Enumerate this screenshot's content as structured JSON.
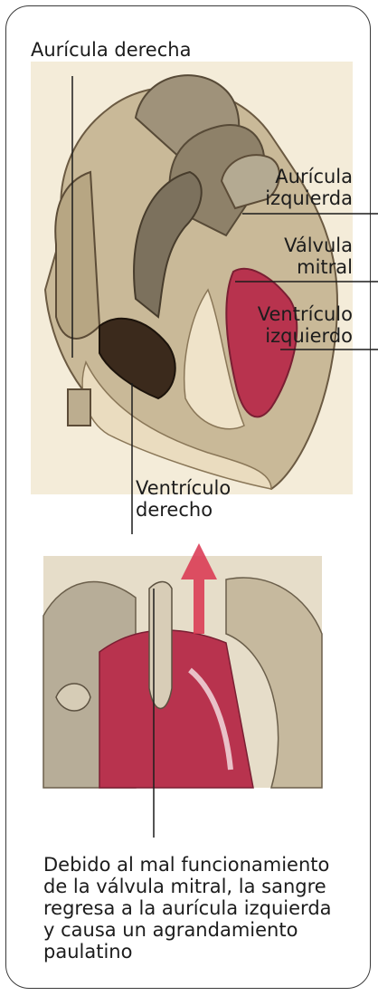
{
  "labels": {
    "right_atrium": "Aurícula derecha",
    "left_atrium_1": "Aurícula",
    "left_atrium_2": "izquierda",
    "mitral_valve_1": "Válvula",
    "mitral_valve_2": "mitral",
    "left_ventricle_1": "Ventrículo",
    "left_ventricle_2": "izquierdo",
    "right_ventricle_1": "Ventrículo",
    "right_ventricle_2": "derecho"
  },
  "caption": {
    "line1": "Debido al mal funcionamiento",
    "line2": "de la válvula mitral, la sangre",
    "line3": "regresa a la aurícula izquierda",
    "line4": "y causa un agrandamiento",
    "line5": "paulatino"
  },
  "colors": {
    "background": "#ffffff",
    "illustration_bg": "#f2e8d3",
    "muscle_tan": "#b9a98a",
    "blood_red": "#b8334e",
    "text": "#1c1c1c"
  }
}
